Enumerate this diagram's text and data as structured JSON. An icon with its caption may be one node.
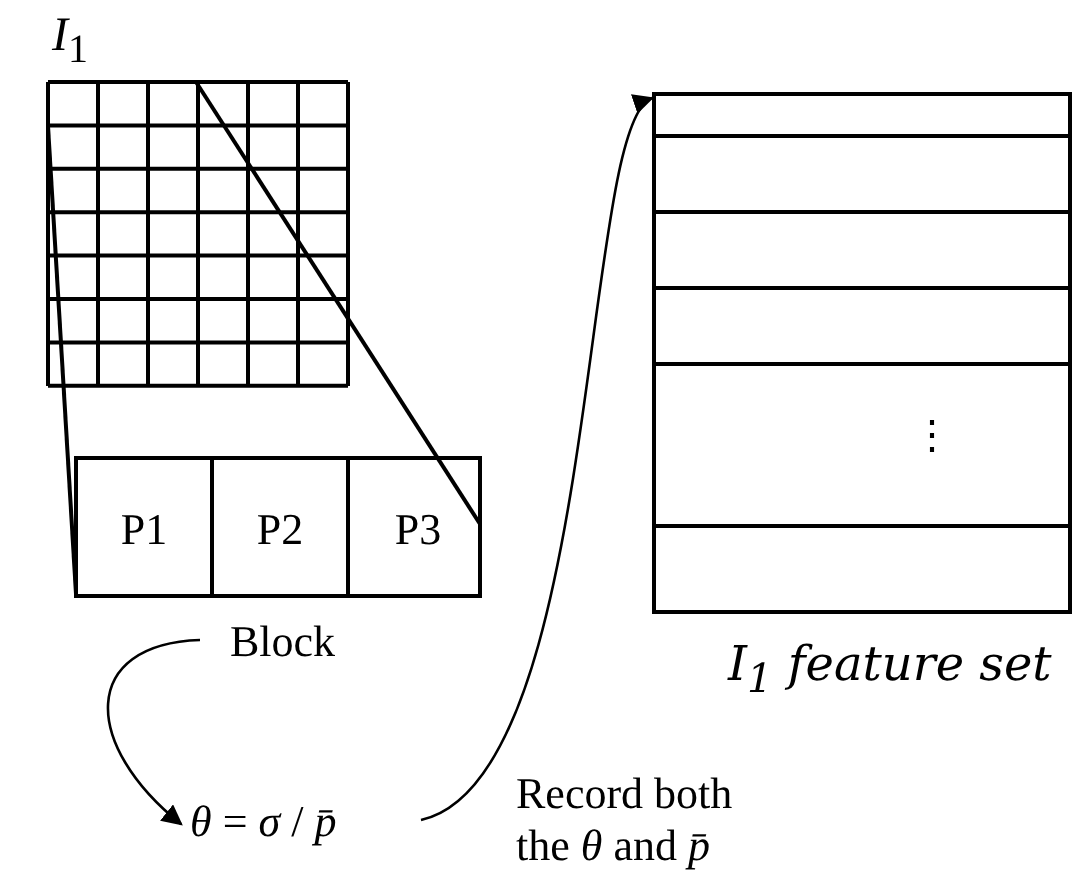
{
  "diagram": {
    "nodes": [
      {
        "text": [
          "*I*$_{1}$"
        ]
      },
      {
        "text": [
          "Block"
        ]
      },
      {
        "text": [
          "P1"
        ],
        "in": 1
      },
      {
        "text": [
          "P2"
        ],
        "in": 1
      },
      {
        "text": [
          "P3"
        ],
        "in": 1
      },
      {
        "text": [
          "*θ* = *σ* / *p̄*"
        ]
      },
      {
        "text": [
          "⋮",
          "*I*$_{1}$ *feature set*"
        ]
      }
    ],
    "edges": [
      {
        "from": 0,
        "to": 1,
        "arrow": "none"
      },
      {
        "from": 0,
        "to": 1,
        "arrow": "none"
      },
      {
        "from": 1,
        "to": 5,
        "arrow": "to"
      },
      {
        "from": 5,
        "to": 6,
        "arrow": "to"
      }
    ],
    "labels": [
      "Record both the *θ* and *p̄*"
    ]
  }
}
